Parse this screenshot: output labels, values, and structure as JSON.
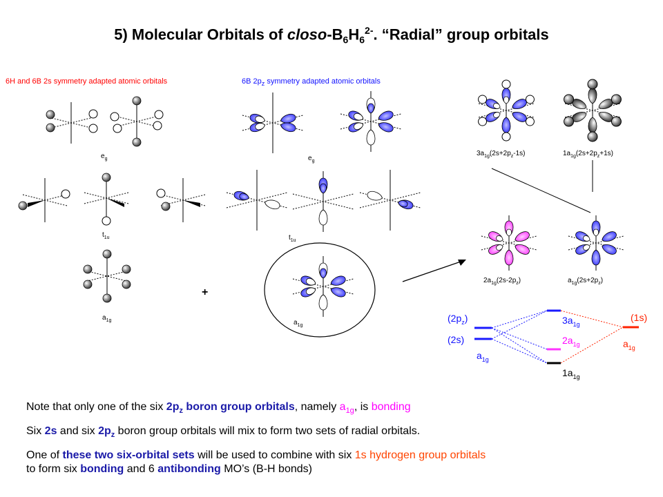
{
  "title": {
    "prefix": "5) Molecular Orbitals of ",
    "closo": "closo",
    "formula_b": "-B",
    "sub1": "6",
    "formula_h": "H",
    "sub2": "6",
    "sup": "2-",
    "suffix": ". “Radial” group orbitals"
  },
  "sections": {
    "left": "6H and 6B 2s symmetry adapted atomic orbitals",
    "middle_pre": "6B 2p",
    "middle_sub": "z",
    "middle_post": " symmetry adapted atomic orbitals"
  },
  "orbital_labels": {
    "eg": "e",
    "eg_sub": "g",
    "t1u": "t",
    "t1u_sub": "1u",
    "a1g": "a",
    "a1g_sub": "1g",
    "plus": "+",
    "top_3a1g": "3a",
    "top_3a1g_sub": "1g",
    "top_3a1g_desc": "(2s+2p",
    "top_3a1g_desc_sub": "z",
    "top_3a1g_desc_end": "-1s)",
    "top_1a1g": "1a",
    "top_1a1g_sub": "1g",
    "top_1a1g_desc": "(2s+2p",
    "top_1a1g_desc_sub": "z",
    "top_1a1g_desc_end": "+1s)",
    "mid_2a1g": "2a",
    "mid_2a1g_sub": "1g",
    "mid_2a1g_desc": "(2s-2p",
    "mid_2a1g_desc_sub": "z",
    "mid_2a1g_desc_end": ")",
    "mid_a1g": "a",
    "mid_a1g_sub": "1g",
    "mid_a1g_desc": "(2s+2p",
    "mid_a1g_desc_sub": "z",
    "mid_a1g_desc_end": ")"
  },
  "energy_diagram": {
    "left_2pz": "(2p",
    "left_2pz_sub": "z",
    "left_2pz_end": ")",
    "left_2s": "(2s)",
    "left_a1g": "a",
    "left_a1g_sub": "1g",
    "mid_3a1g": "3a",
    "mid_3a1g_sub": "1g",
    "mid_2a1g": "2a",
    "mid_2a1g_sub": "1g",
    "mid_1a1g": "1a",
    "mid_1a1g_sub": "1g",
    "right_1s": "(1s)",
    "right_a1g": "a",
    "right_a1g_sub": "1g"
  },
  "notes": {
    "line1_a": "Note that only one of the six ",
    "line1_b": "2p",
    "line1_b_sub": "z",
    "line1_c": " boron group orbitals",
    "line1_d": ", namely ",
    "line1_e": "a",
    "line1_e_sub": "1g",
    "line1_f": ", is ",
    "line1_g": "bonding",
    "line2_a": "Six ",
    "line2_b": "2s",
    "line2_c": " and six ",
    "line2_d": "2p",
    "line2_d_sub": "z",
    "line2_e": " boron group orbitals will mix to form two sets of radial orbitals.",
    "line3_a": "One of ",
    "line3_b": "these two six-orbital sets",
    "line3_c": " will be used to combine with six ",
    "line3_d": "1s hydrogen group orbitals",
    "line4_a": "to form six ",
    "line4_b": "bonding",
    "line4_c": " and 6 ",
    "line4_d": "antibonding",
    "line4_e": " MO’s (B-H bonds)"
  },
  "colors": {
    "lobe_blue": "#3333ff",
    "lobe_magenta": "#ff33ff",
    "red": "#ff0000",
    "gray_sphere": "#888888"
  }
}
